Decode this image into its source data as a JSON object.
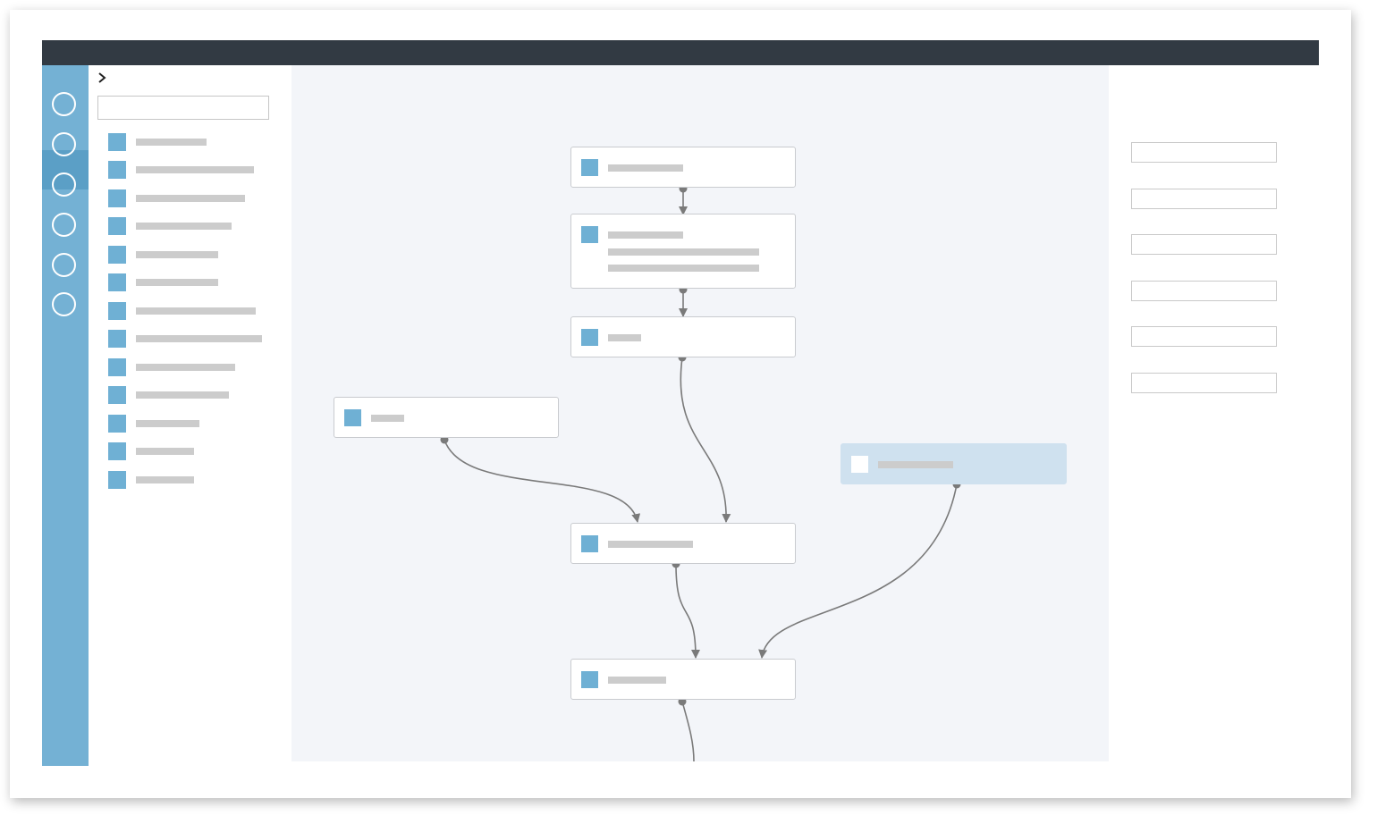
{
  "colors": {
    "topbar": "#323a43",
    "iconbar": "#74b1d4",
    "iconbar_active": "#5b9fc6",
    "canvas": "#f3f5f9",
    "node_square": "#6fb0d4",
    "placeholder_bar": "#cccccc",
    "selected_node": "#cfe1ef",
    "edge": "#7a7a7a"
  },
  "iconbar": {
    "icons": [
      "circle-icon",
      "circle-icon",
      "circle-icon",
      "circle-icon",
      "circle-icon",
      "circle-icon"
    ],
    "active_index": 0
  },
  "sidebar": {
    "collapse_icon": "chevron-right-icon",
    "search": {
      "value": "",
      "placeholder": ""
    },
    "palette_item_count": 13
  },
  "canvas": {
    "node_count": 7,
    "selected_node_index": 6,
    "edge_count": 7
  },
  "properties": {
    "fields": [
      {
        "value": ""
      },
      {
        "value": ""
      },
      {
        "value": ""
      },
      {
        "value": ""
      },
      {
        "value": ""
      },
      {
        "value": ""
      }
    ]
  }
}
